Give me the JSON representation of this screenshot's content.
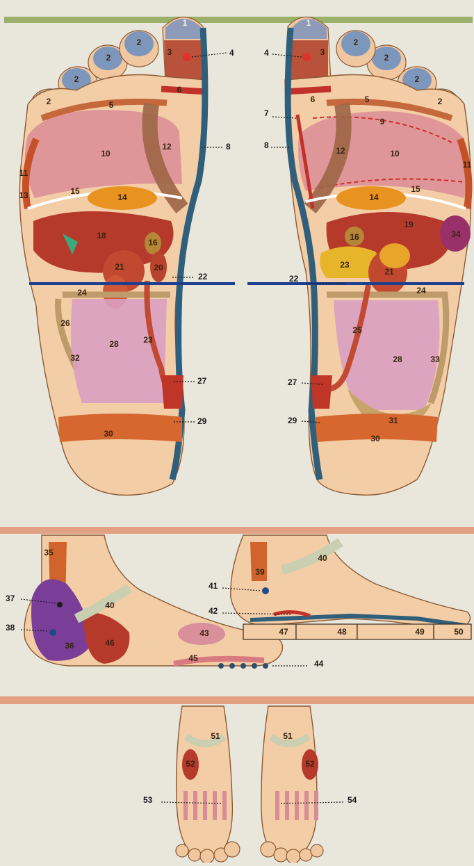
{
  "colors": {
    "background": "#e9e6dc",
    "skin": "#f3cda6",
    "rule_green": "#9bb06a",
    "rule_salmon": "#e3a184",
    "axis_blue": "#1d3f8f",
    "spine_blue": "#2f5f7a"
  },
  "sole_left": {
    "labels": [
      "1",
      "2",
      "2",
      "2",
      "2",
      "3",
      "4",
      "5",
      "6",
      "8",
      "10",
      "11",
      "12",
      "13",
      "14",
      "15",
      "16",
      "18",
      "20",
      "21",
      "22",
      "23",
      "24",
      "26",
      "27",
      "28",
      "29",
      "30",
      "32"
    ]
  },
  "sole_right": {
    "labels": [
      "1",
      "2",
      "2",
      "2",
      "2",
      "3",
      "4",
      "5",
      "6",
      "7",
      "8",
      "9",
      "10",
      "11",
      "12",
      "14",
      "15",
      "16",
      "19",
      "21",
      "22",
      "23",
      "24",
      "25",
      "27",
      "28",
      "29",
      "30",
      "31",
      "33",
      "34"
    ]
  },
  "side_inner": {
    "labels": [
      "35",
      "36",
      "37",
      "38",
      "40",
      "43",
      "44",
      "45",
      "46"
    ]
  },
  "side_outer": {
    "labels": [
      "39",
      "40",
      "41",
      "42",
      "47",
      "48",
      "49",
      "50"
    ]
  },
  "tops": {
    "labels": [
      "51",
      "52",
      "53",
      "51",
      "52",
      "54"
    ]
  }
}
